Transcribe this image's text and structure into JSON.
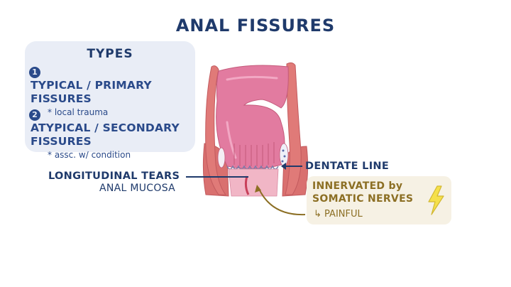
{
  "title": "ANAL FISSURES",
  "types_box": {
    "heading": "TYPES",
    "items": [
      {
        "number": "1",
        "label": "TYPICAL / PRIMARY FISSURES",
        "note": "* local trauma"
      },
      {
        "number": "2",
        "label": "ATYPICAL / SECONDARY FISSURES",
        "note": "* assc. w/ condition"
      }
    ]
  },
  "labels": {
    "longitudinal_tears": "LONGITUDINAL TEARS",
    "anal_mucosa": "ANAL MUCOSA",
    "dentate_line": "DENTATE LINE"
  },
  "annotation": {
    "line1": "INNERVATED by",
    "line2": "SOMATIC NERVES",
    "result_arrow": "↳",
    "result": "PAINFUL"
  },
  "colors": {
    "title_navy": "#1f3a6b",
    "types_bg": "#e9edf6",
    "annotation_bg": "#f6f1e4",
    "annotation_text": "#8c6f24",
    "rectum_pink": "#e27ba0",
    "wall_salmon": "#d9706f",
    "bolt_yellow": "#f5e04a"
  }
}
